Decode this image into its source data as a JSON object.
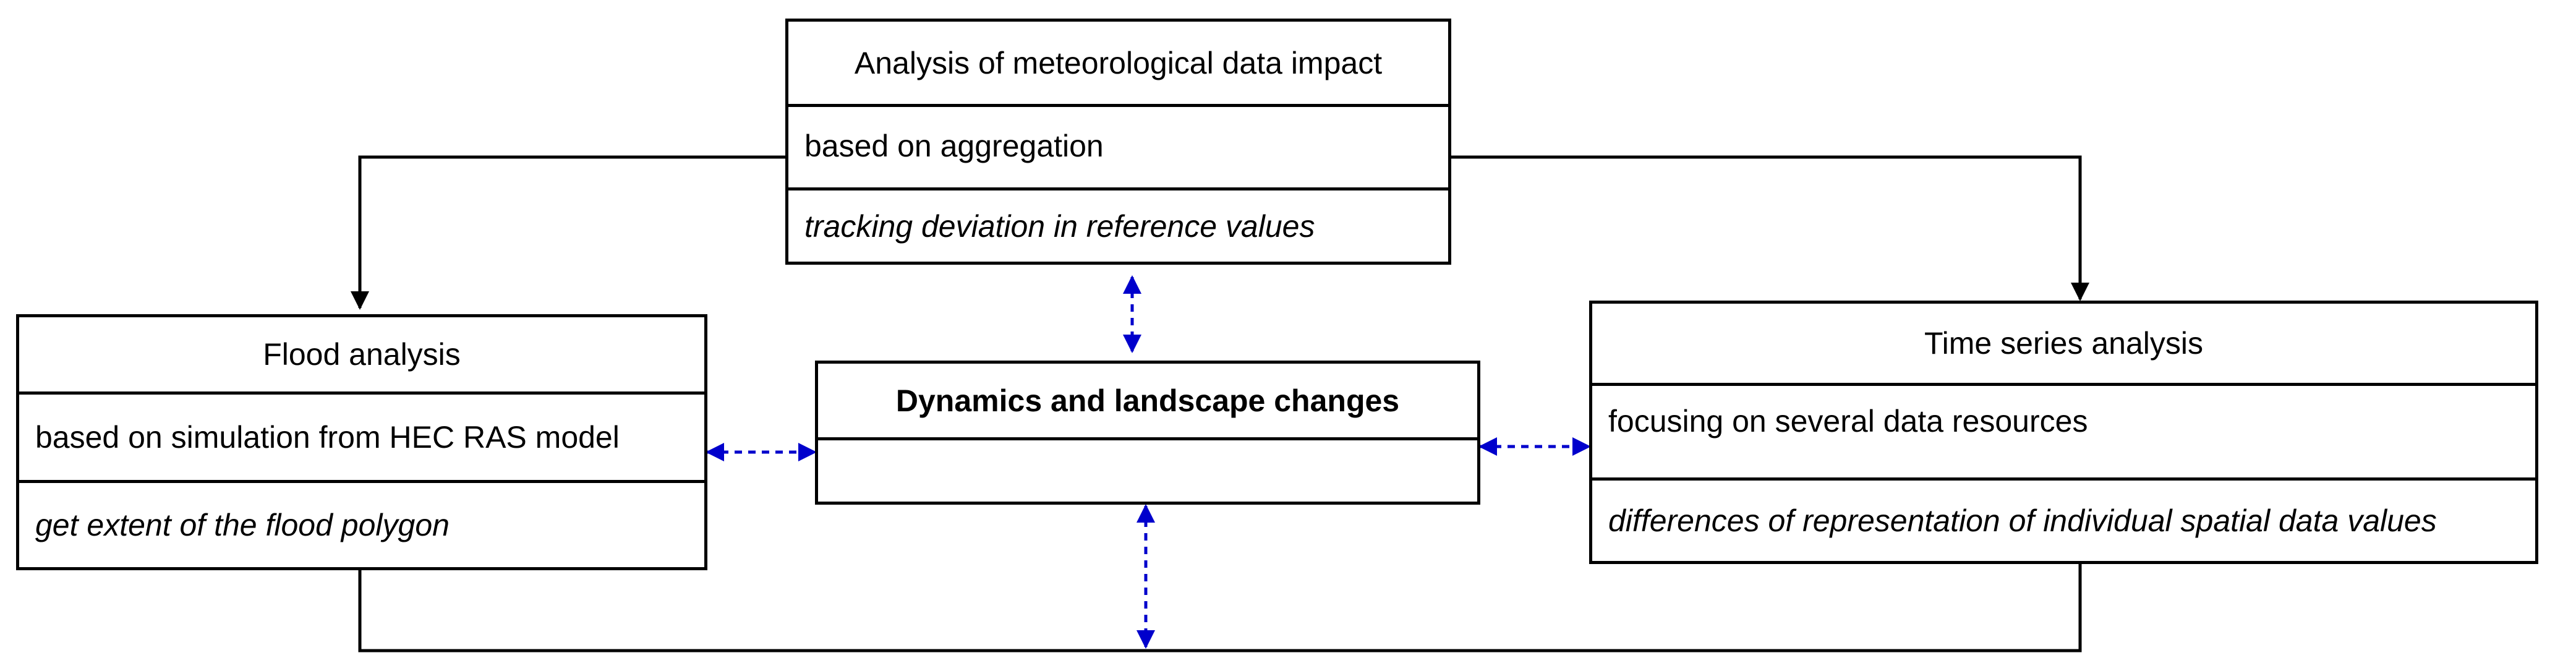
{
  "boxes": {
    "meteo": {
      "title": "Analysis of meteorological data impact",
      "method": "based on aggregation",
      "detail": "tracking deviation in reference values"
    },
    "flood": {
      "title": "Flood analysis",
      "method": "based on simulation from HEC RAS model",
      "detail": "get extent of the flood polygon"
    },
    "dynamics": {
      "title": "Dynamics and landscape changes",
      "detail": ""
    },
    "timeseries": {
      "title": "Time series analysis",
      "method": "focusing on several  data resources",
      "detail": "differences of representation of individual spatial data values"
    }
  },
  "colors": {
    "box_border": "#000000",
    "solid_arrow": "#000000",
    "dashed_arrow": "#0000cc"
  }
}
